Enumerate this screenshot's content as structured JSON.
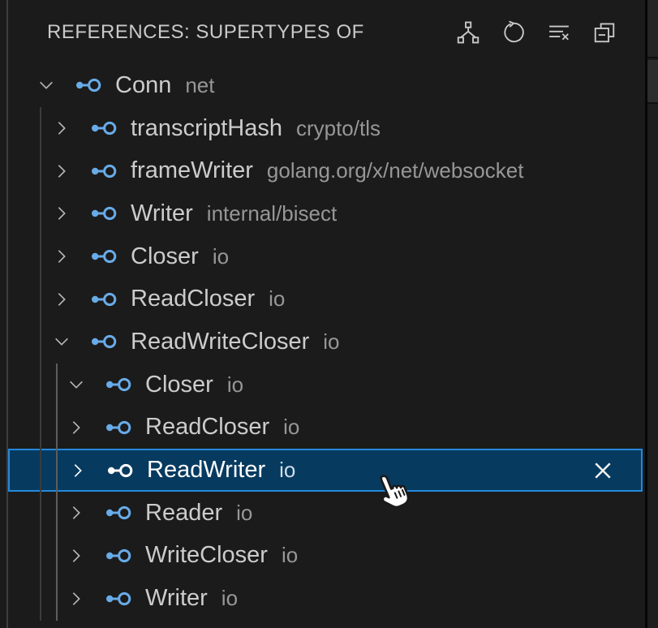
{
  "panel": {
    "title": "REFERENCES: SUPERTYPES OF",
    "toolbar": [
      {
        "icon": "type-hierarchy-icon",
        "label": "Show Supertypes"
      },
      {
        "icon": "refresh-icon",
        "label": "Refresh"
      },
      {
        "icon": "clear-all-icon",
        "label": "Clear"
      },
      {
        "icon": "collapse-all-icon",
        "label": "Collapse All"
      }
    ]
  },
  "tree": {
    "symbol_icon": "symbol-interface-icon",
    "rows": [
      {
        "label": "Conn",
        "desc": "net",
        "level": 0,
        "expanded": true,
        "selected": false
      },
      {
        "label": "transcriptHash",
        "desc": "crypto/tls",
        "level": 1,
        "expanded": false,
        "selected": false
      },
      {
        "label": "frameWriter",
        "desc": "golang.org/x/net/websocket",
        "level": 1,
        "expanded": false,
        "selected": false
      },
      {
        "label": "Writer",
        "desc": "internal/bisect",
        "level": 1,
        "expanded": false,
        "selected": false
      },
      {
        "label": "Closer",
        "desc": "io",
        "level": 1,
        "expanded": false,
        "selected": false
      },
      {
        "label": "ReadCloser",
        "desc": "io",
        "level": 1,
        "expanded": false,
        "selected": false
      },
      {
        "label": "ReadWriteCloser",
        "desc": "io",
        "level": 1,
        "expanded": true,
        "selected": false
      },
      {
        "label": "Closer",
        "desc": "io",
        "level": 2,
        "expanded": true,
        "selected": false
      },
      {
        "label": "ReadCloser",
        "desc": "io",
        "level": 2,
        "expanded": false,
        "selected": false
      },
      {
        "label": "ReadWriter",
        "desc": "io",
        "level": 2,
        "expanded": false,
        "selected": true,
        "action": "dismiss"
      },
      {
        "label": "Reader",
        "desc": "io",
        "level": 2,
        "expanded": false,
        "selected": false
      },
      {
        "label": "WriteCloser",
        "desc": "io",
        "level": 2,
        "expanded": false,
        "selected": false
      },
      {
        "label": "Writer",
        "desc": "io",
        "level": 2,
        "expanded": false,
        "selected": false
      }
    ]
  },
  "cursor": {
    "type": "pointing-hand-cursor"
  },
  "colors": {
    "background": "#1b1b1b",
    "interface_icon_blue": "#68abe8",
    "selection_background": "#073a5f",
    "selection_border": "#2389dc",
    "label": "#cccccc",
    "description": "#979797"
  }
}
